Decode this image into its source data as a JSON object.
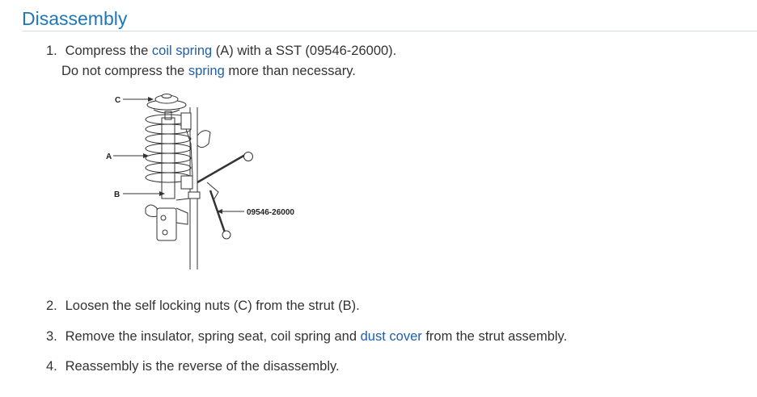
{
  "section": {
    "title": "Disassembly"
  },
  "steps": [
    {
      "num": "1.",
      "parts": [
        "Compress the ",
        "coil spring",
        " (A) with a SST (09546-26000)."
      ],
      "note_parts": [
        "Do not compress the ",
        "spring",
        " more than necessary."
      ]
    },
    {
      "num": "2.",
      "text": "Loosen the self locking nuts (C) from the strut (B)."
    },
    {
      "num": "3.",
      "parts": [
        "Remove the insulator, spring seat, coil spring and ",
        "dust cover",
        " from the strut assembly."
      ]
    },
    {
      "num": "4.",
      "text": "Reassembly is the reverse of the disassembly."
    }
  ],
  "figure": {
    "labels": {
      "c": "C",
      "a": "A",
      "b": "B",
      "tool": "09546-26000"
    }
  },
  "colors": {
    "heading": "#1f76b8",
    "link": "#1f5fa8",
    "text": "#333333"
  }
}
